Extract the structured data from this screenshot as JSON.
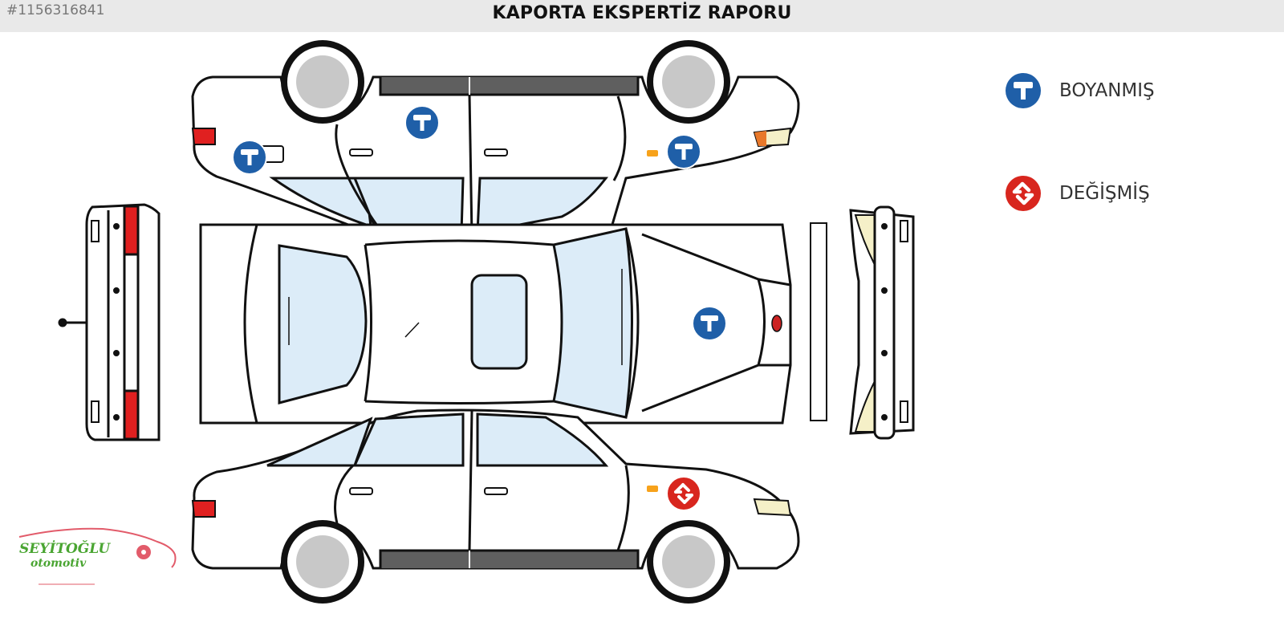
{
  "listing_id": "#1156316841",
  "title": "KAPORTA EKSPERTİZ RAPORU",
  "legend": [
    {
      "icon": "paint-roller-icon",
      "label": "BOYANMIŞ",
      "color": "#1f5fa8"
    },
    {
      "icon": "swap-arrows-icon",
      "label": "DEĞİŞMİŞ",
      "color": "#d8261e"
    }
  ],
  "logo": {
    "name": "SEYİTOĞLU",
    "subtitle": "otomotiv",
    "text_color": "#4aa532",
    "accent_color": "#e25b6a"
  },
  "markers": {
    "painted": [
      "roof-left-side",
      "rear-left-fender",
      "front-left-fender",
      "hood"
    ],
    "replaced": [
      "front-right-fender"
    ]
  },
  "colors": {
    "glass": "#dcecf8",
    "bumper_red": "#e02020",
    "header_bg": "#e9e9e9"
  }
}
